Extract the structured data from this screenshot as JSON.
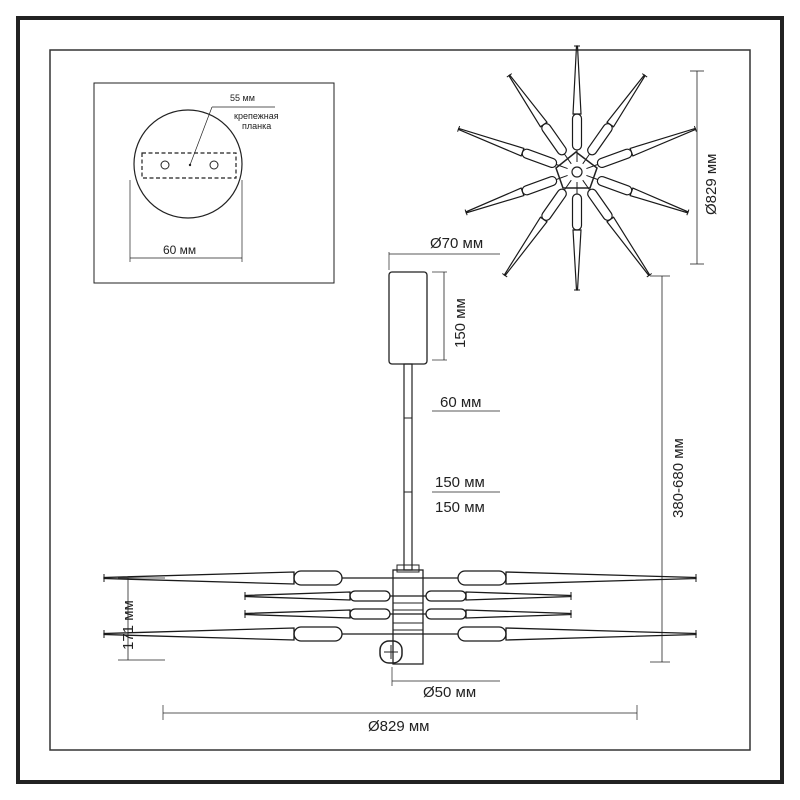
{
  "mount_plate": {
    "plate_size": "55 мм",
    "plate_name_line1": "крепежная",
    "plate_name_line2": "планка",
    "base_width": "60 мм"
  },
  "top_view": {
    "diameter": "Ø829 мм"
  },
  "side_view": {
    "canopy_diameter": "Ø70 мм",
    "canopy_height": "150 мм",
    "rod_length_1": "60 мм",
    "rod_length_2": "150 мм",
    "rod_length_3": "150 мм",
    "total_height": "380-680 мм",
    "body_height": "171 мм",
    "hub_diameter": "Ø50 мм",
    "width": "Ø829 мм"
  },
  "colors": {
    "line": "#1a1a1a",
    "frame": "#333333"
  }
}
